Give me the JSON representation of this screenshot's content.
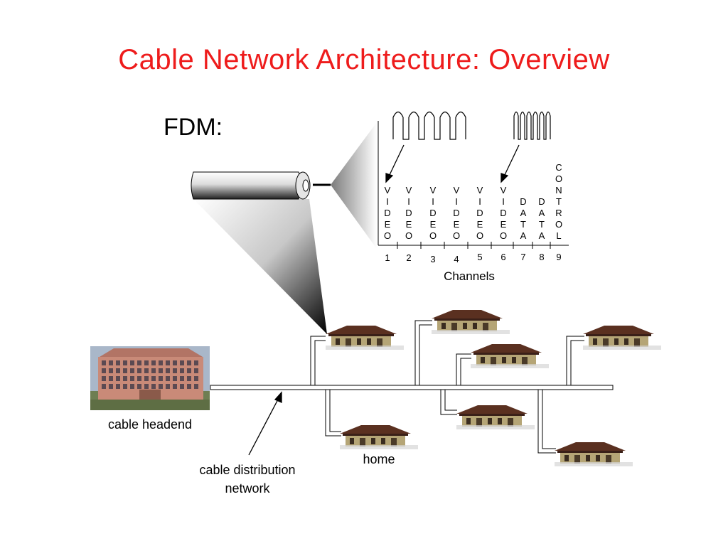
{
  "title": "Cable Network Architecture: Overview",
  "fdm_label": "FDM:",
  "channels": [
    {
      "number": "1",
      "label": "VIDEO"
    },
    {
      "number": "2",
      "label": "VIDEO"
    },
    {
      "number": "3",
      "label": "VIDEO"
    },
    {
      "number": "4",
      "label": "VIDEO"
    },
    {
      "number": "5",
      "label": "VIDEO"
    },
    {
      "number": "6",
      "label": "VIDEO"
    },
    {
      "number": "7",
      "label": "DATA"
    },
    {
      "number": "8",
      "label": "DATA"
    },
    {
      "number": "9",
      "label": "CONTROL"
    }
  ],
  "channels_axis_label": "Channels",
  "labels": {
    "headend": "cable headend",
    "home": "home",
    "distribution_line1": "cable distribution",
    "distribution_line2": "network"
  },
  "colors": {
    "title": "#ee1c1c",
    "house_roof": "#6b3a2a",
    "house_wall": "#b8a878",
    "building": "#c98a78"
  }
}
